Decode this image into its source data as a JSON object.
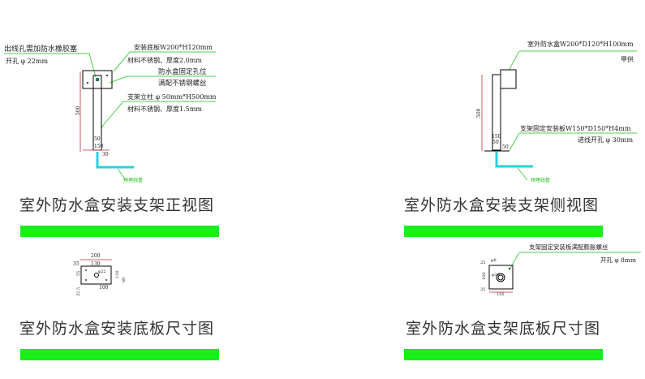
{
  "colors": {
    "accent_bar": "#19ee19",
    "leader": "#4cd24c",
    "pipe": "#22d3e0",
    "dimension": "#c0303a"
  },
  "front": {
    "title": "室外防水盒安装支架正视图",
    "note_hole_1": "出线孔需加防水橡胶塞",
    "note_hole_2": "开孔 φ 22mm",
    "note_plate_1": "安装底板W200*H120mm",
    "note_plate_2": "材料不锈钢、厚度2.0mm",
    "note_fix_1": "防水盒固定孔位",
    "note_fix_2": "满配不锈钢螺丝",
    "note_post_1": "支架立柱 φ 50mm*H500mm",
    "note_post_2": "材料不锈钢、厚度1.5mm",
    "dim_height": "500",
    "dim_50": "50",
    "dim_150": "150",
    "dim_30": "30",
    "pipe_label": "预埋线管"
  },
  "side": {
    "title": "室外防水盒安装支架侧视图",
    "note_box_1": "室外防水盒W200*D120*H100mm",
    "note_box_2": "甲供",
    "note_base_1": "支架固定安装板W150*D150*H4mm",
    "note_base_2": "进线开孔 φ 30mm",
    "dim_height": "500",
    "dim_150": "150",
    "dim_50": "50",
    "dim_30": "50",
    "pipe_label": "预埋线管"
  },
  "base_plate": {
    "title": "室外防水盒安装底板尺寸图",
    "dim_200": "200",
    "dim_35": "35",
    "dim_130": "130",
    "dim_hole": "φ22",
    "dim_55": "55",
    "dim_120": "120",
    "dim_60": "60",
    "dim_100": "100",
    "dim_32": "32.5"
  },
  "mount_plate": {
    "title": "室外防水盒支架底板尺寸图",
    "note_1": "支架固定安装板满配膨胀螺丝",
    "note_2": "开孔 φ 8mm",
    "dim_25a": "25",
    "dim_100": "100",
    "dim_25b": "25",
    "dim_150": "150",
    "dim_hole": "φ30",
    "dim_8": "φ8"
  }
}
